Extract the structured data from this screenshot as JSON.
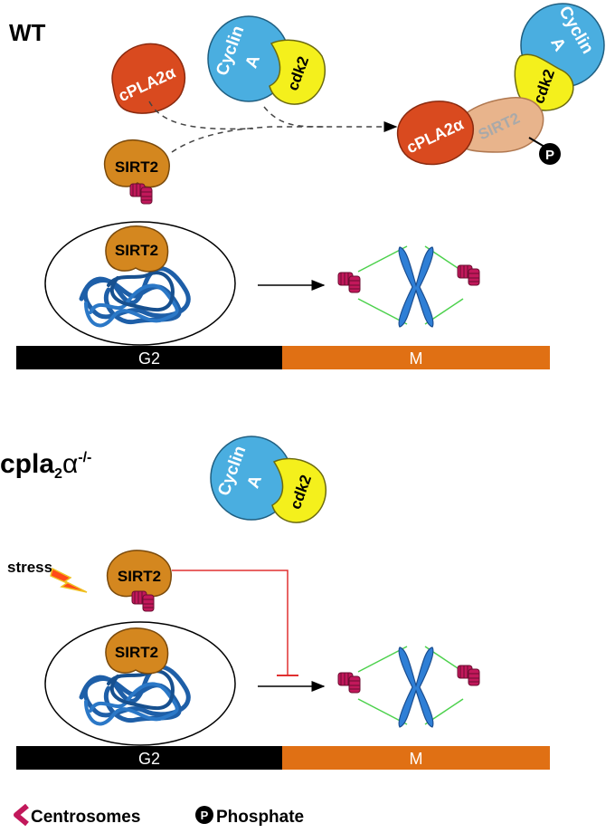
{
  "panels": {
    "wt": {
      "title": "WT",
      "phases": {
        "g2": "G2",
        "m": "M"
      }
    },
    "ko": {
      "title_base": "cpla",
      "title_sub": "2",
      "title_alpha": "α",
      "title_sup": "-/-",
      "stress": "stress",
      "phases": {
        "g2": "G2",
        "m": "M"
      }
    }
  },
  "proteins": {
    "cpla2": "cPLA2α",
    "cyclin_line1": "Cyclin",
    "cyclin_line2": "A",
    "cdk2": "cdk2",
    "sirt2": "SIRT2",
    "phosphate": "P"
  },
  "legend": {
    "centrosomes": "Centrosomes",
    "phosphate": "Phosphate",
    "phosphate_symbol": "P"
  },
  "colors": {
    "cpla2": "#d94a1f",
    "cyclin": "#4aaee0",
    "cdk2": "#f4f01c",
    "sirt2": "#d4871f",
    "sirt2_complex": "#e8b48c",
    "centrosome": "#c2185b",
    "chromatin": "#1e5fa8",
    "chromosome": "#2f7fd6",
    "spindle": "#4cd14c",
    "g2_bar": "#000000",
    "m_bar": "#e07014",
    "inhibition": "#e03030"
  }
}
